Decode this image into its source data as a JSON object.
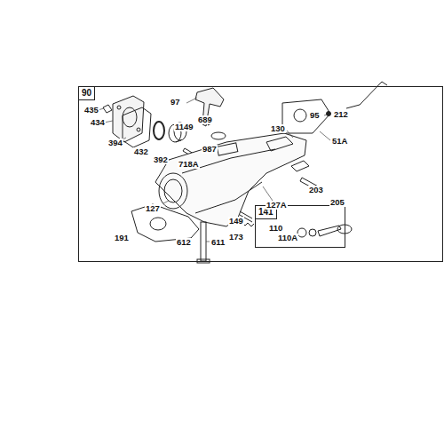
{
  "diagram": {
    "nodes": [
      {
        "text": [
          "90"
        ]
      },
      {
        "text": [
          "141",
          "110",
          "110A"
        ],
        "in": 0
      }
    ],
    "labels": [
      "435",
      "434",
      "394",
      "432",
      "392",
      "1149",
      "718A",
      "689",
      "987",
      "97",
      "130",
      "95",
      "212",
      "51A",
      "203",
      "205",
      "127",
      "127A",
      "149",
      "173",
      "191",
      "612",
      "611"
    ]
  }
}
